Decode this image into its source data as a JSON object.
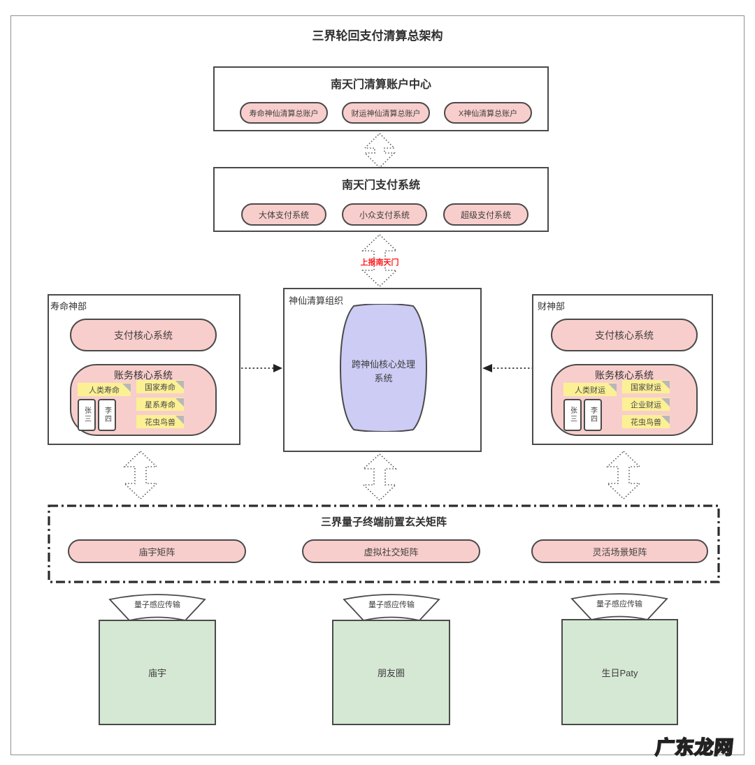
{
  "page": {
    "title": "三界轮回支付清算总架构",
    "watermark": "广东龙网"
  },
  "account_center": {
    "title": "南天门清算账户中心",
    "pills": [
      "寿命神仙清算总账户",
      "财运神仙清算总账户",
      "X神仙清算总账户"
    ]
  },
  "payment_system": {
    "title": "南天门支付系统",
    "pills": [
      "大体支付系统",
      "小众支付系统",
      "超级支付系统"
    ]
  },
  "report_label": "上报南天门",
  "life_dept": {
    "title": "寿命神部",
    "payment_core": "支付核心系统",
    "account_core": "账务核心系统",
    "note_left": "人类寿命",
    "cards": [
      "张三",
      "李四"
    ],
    "notes_right": [
      "国家寿命",
      "星系寿命",
      "花虫鸟兽"
    ]
  },
  "clearing_org": {
    "title": "神仙清算组织",
    "core": "跨神仙核心处理系统"
  },
  "wealth_dept": {
    "title": "财神部",
    "payment_core": "支付核心系统",
    "account_core": "账务核心系统",
    "note_left": "人类财运",
    "cards": [
      "张三",
      "李四"
    ],
    "notes_right": [
      "国家财运",
      "企业财运",
      "花虫鸟兽"
    ]
  },
  "matrix": {
    "title": "三界量子终端前置玄关矩阵",
    "pills": [
      "庙宇矩阵",
      "虚拟社交矩阵",
      "灵活场景矩阵"
    ]
  },
  "terminals": [
    {
      "fan": "量子感应传输",
      "label": "庙宇"
    },
    {
      "fan": "量子感应传输",
      "label": "朋友圈"
    },
    {
      "fan": "量子感应传输",
      "label": "生日Paty"
    }
  ],
  "colors": {
    "pink": "#f8cecc",
    "yellow": "#fcf095",
    "purple": "#ccccf5",
    "green": "#d5e8d4",
    "border": "#4a4a4a",
    "red": "#ff1a1a"
  }
}
